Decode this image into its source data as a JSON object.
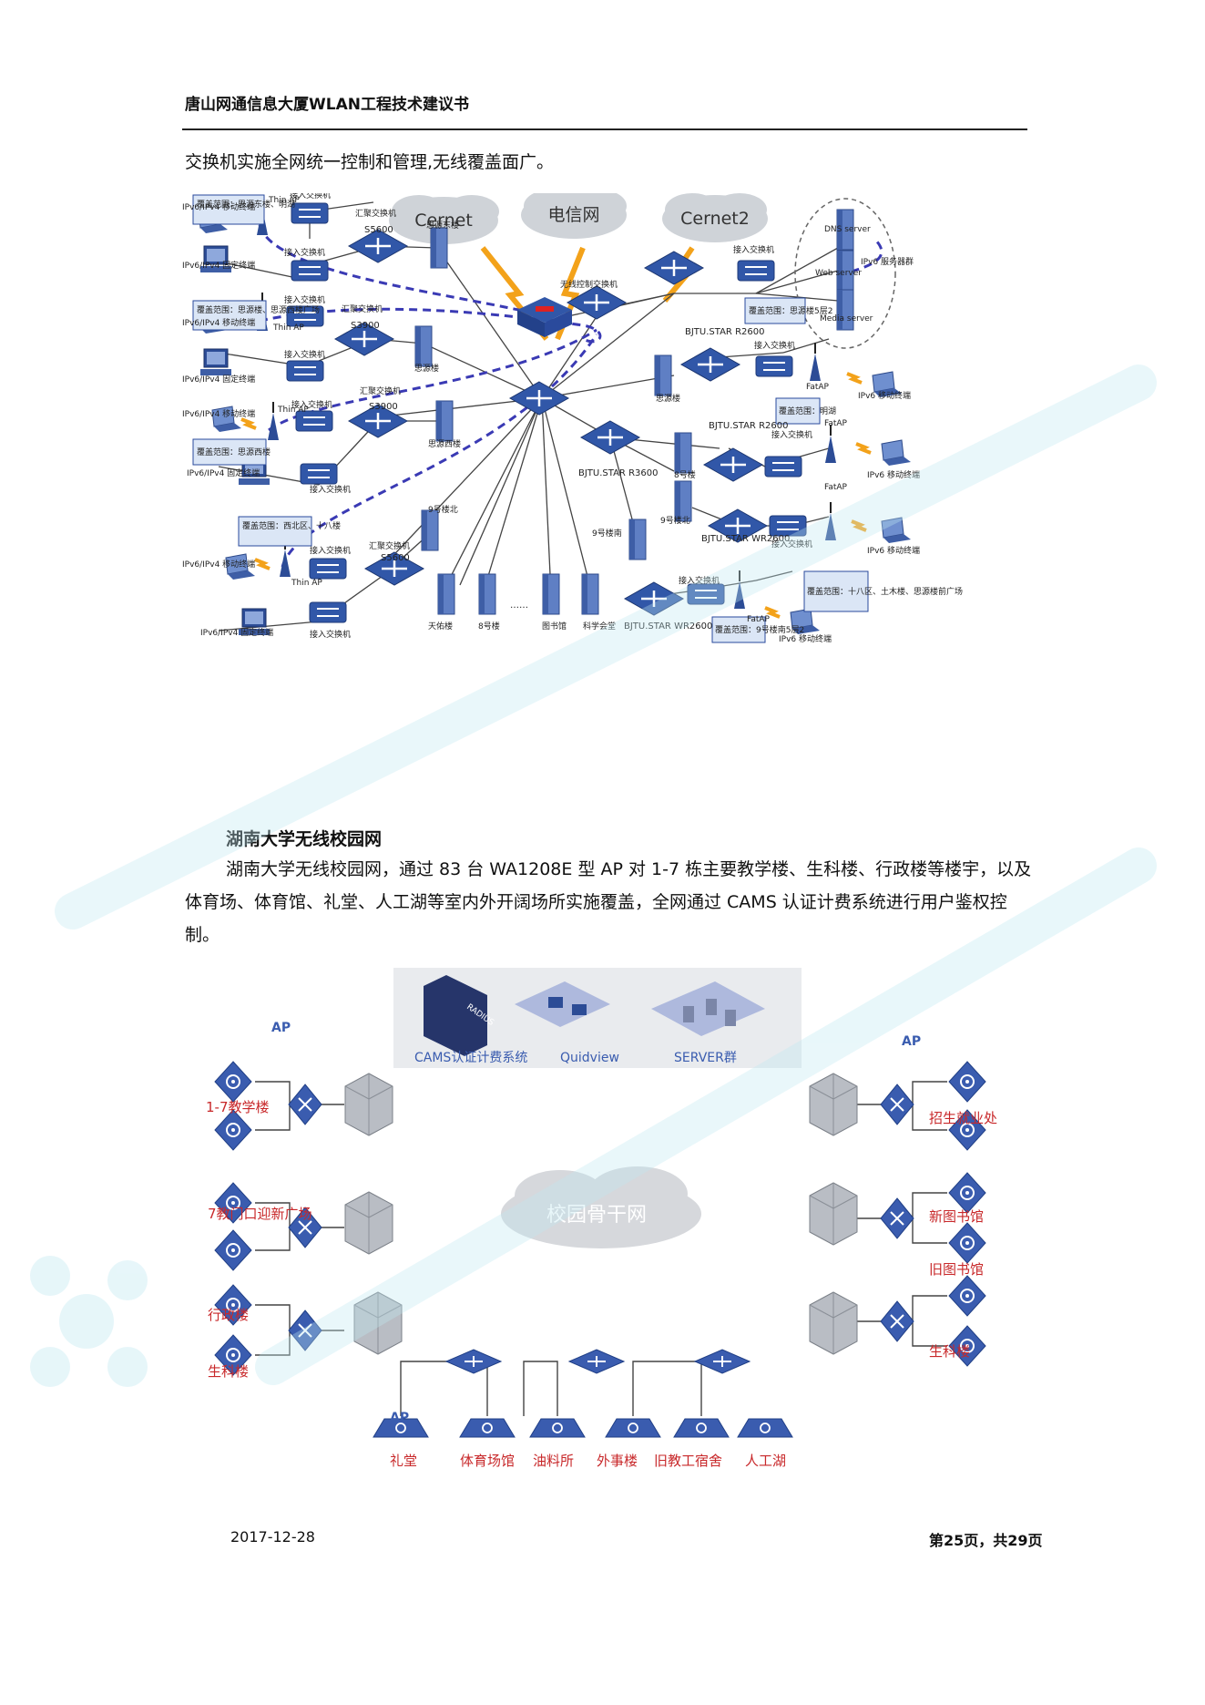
{
  "header": {
    "title": "唐山网通信息大厦WLAN工程技术建议书"
  },
  "intro": {
    "text": "交换机实施全网统一控制和管理,无线覆盖面广。"
  },
  "diagram1": {
    "clouds": [
      "Cernet",
      "电信网",
      "Cernet2"
    ],
    "coverage_notes": [
      "覆盖范围：思源东楼、明湖",
      "覆盖范围：思源楼、思源西楼广场",
      "覆盖范围：思源西楼",
      "覆盖范围：西北区、十八楼",
      "覆盖范围：思源楼5层2",
      "覆盖范围：明湖",
      "覆盖范围：十八区、土木楼、思源楼前广场",
      "覆盖范围：9号楼南5层2"
    ],
    "labels": {
      "thin_ap": "Thin AP",
      "fat_ap": "FatAP",
      "access_switch": "接入交换机",
      "agg_switch": "汇聚交换机",
      "wireless_ctrl": "无线控制交换机",
      "ipv46_mobile": "IPv6/IPv4 移动终端",
      "ipv46_fixed": "IPv6/IPv4 固定终端",
      "ipv6_mobile": "IPv6 移动终端",
      "s5600": "S5600",
      "s3900": "S3900",
      "dns": "DNS server",
      "web": "Web server",
      "media": "Media server",
      "ipv6_servers": "IPv6 服务器群",
      "r2600": "BJTU.STAR R2600",
      "r3600": "BJTU.STAR R3600",
      "wr2600": "BJTU.STAR WR2600",
      "siyuan_east": "思源东楼",
      "siyuan": "思源楼",
      "siyuan_west": "思源西楼",
      "b9_north": "9号楼北",
      "b9_south": "9号楼南",
      "b8": "8号楼",
      "gym": "天佑楼",
      "library": "图书馆",
      "science": "科学会堂",
      "ellipsis": "……"
    }
  },
  "section": {
    "title": "湖南大学无线校园网",
    "body": "湖南大学无线校园网，通过 83 台 WA1208E 型 AP 对 1-7 栋主要教学楼、生科楼、行政楼等楼宇，以及体育场、体育馆、礼堂、人工湖等室内外开阔场所实施覆盖，全网通过 CAMS 认证计费系统进行用户鉴权控制。"
  },
  "diagram2": {
    "servers": [
      "CAMS认证计费系统",
      "Quidview",
      "SERVER群"
    ],
    "radius": "RADIUS",
    "backbone": "校园骨干网",
    "ap": "AP",
    "left": [
      "1-7教学楼",
      "7教门口迎新广场",
      "行政楼",
      "生科楼"
    ],
    "right": [
      "招生就业处",
      "新图书馆",
      "旧图书馆",
      "生科楼"
    ],
    "bottom": [
      "礼堂",
      "体育场馆",
      "油料所",
      "外事楼",
      "旧教工宿舍",
      "人工湖"
    ]
  },
  "footer": {
    "date": "2017-12-28",
    "page": "第25页，共29页"
  },
  "colors": {
    "device": "#2a4a9c",
    "link_dash": "#3a3ab4",
    "lightning": "#f3a21a",
    "red_label": "#c8282a"
  }
}
